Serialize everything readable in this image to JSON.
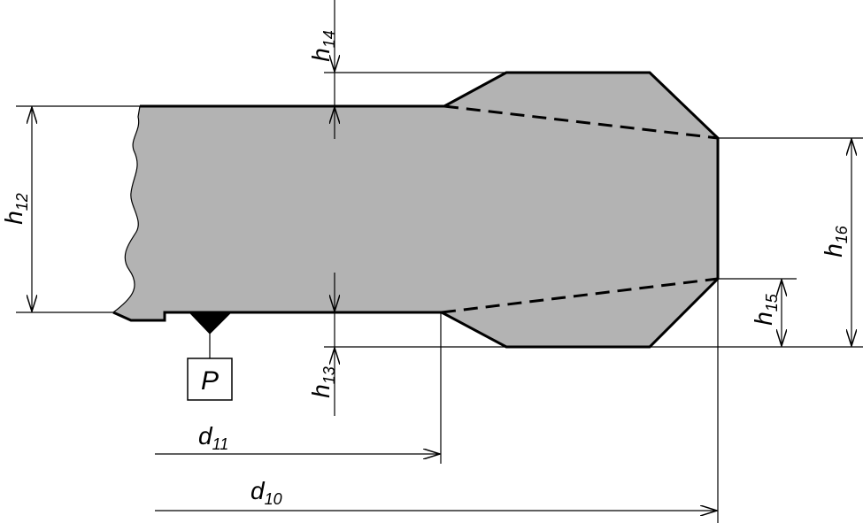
{
  "colors": {
    "fill": "#b3b3b3",
    "stroke": "#000000",
    "background": "#ffffff"
  },
  "labels": {
    "h14": {
      "main": "h",
      "sub": "14"
    },
    "h12": {
      "main": "h",
      "sub": "12"
    },
    "h13": {
      "main": "h",
      "sub": "13"
    },
    "h15": {
      "main": "h",
      "sub": "15"
    },
    "h16": {
      "main": "h",
      "sub": "16"
    },
    "d11": {
      "main": "d",
      "sub": "11"
    },
    "d10": {
      "main": "d",
      "sub": "10"
    },
    "marker": "P"
  }
}
